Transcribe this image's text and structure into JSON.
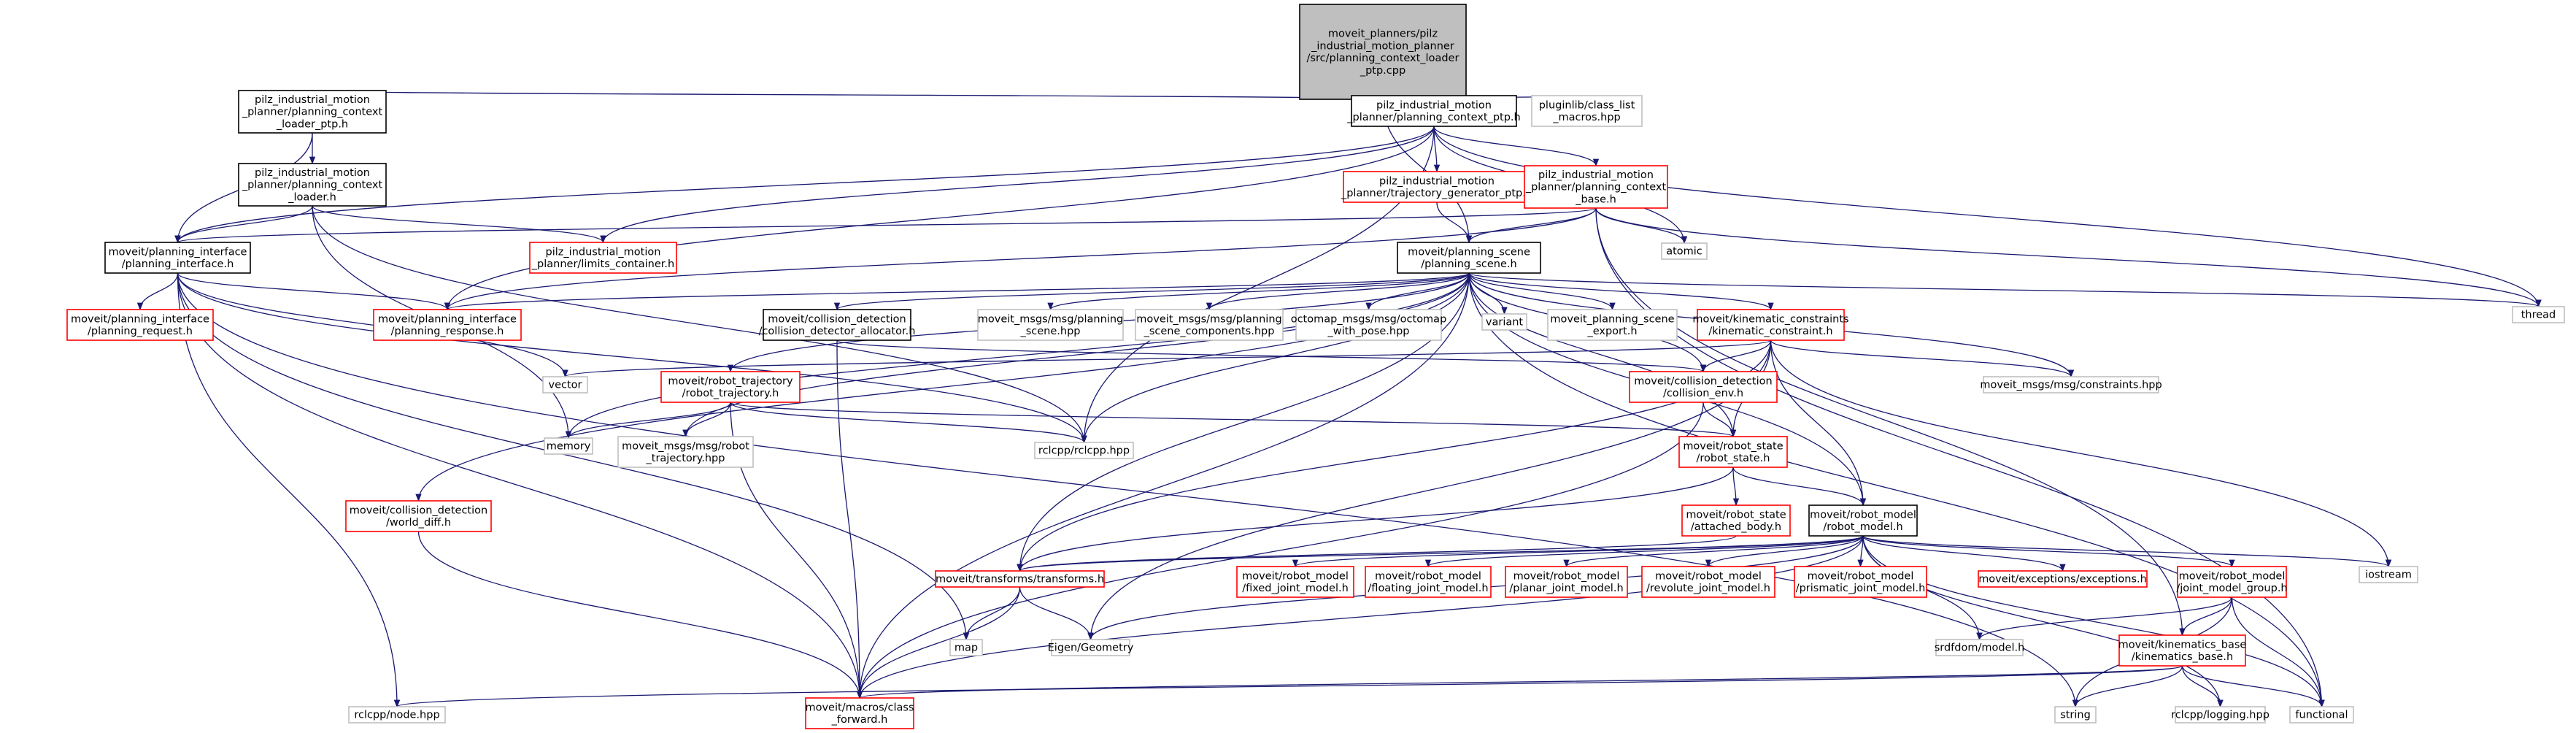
{
  "graph": {
    "nodes": [
      {
        "id": "root",
        "lines": [
          "moveit_planners/pilz",
          "_industrial_motion_planner",
          "/src/planning_context_loader",
          "_ptp.cpp"
        ],
        "style": "root"
      },
      {
        "id": "ctx_loader_ptp_h",
        "lines": [
          "pilz_industrial_motion",
          "_planner/planning_context",
          "_loader_ptp.h"
        ],
        "style": "documented"
      },
      {
        "id": "ctx_ptp_h",
        "lines": [
          "pilz_industrial_motion",
          "_planner/planning_context_ptp.h"
        ],
        "style": "documented"
      },
      {
        "id": "class_list_macros",
        "lines": [
          "pluginlib/class_list",
          "_macros.hpp"
        ],
        "style": "external"
      },
      {
        "id": "ctx_loader_h",
        "lines": [
          "pilz_industrial_motion",
          "_planner/planning_context",
          "_loader.h"
        ],
        "style": "documented"
      },
      {
        "id": "traj_gen_ptp",
        "lines": [
          "pilz_industrial_motion",
          "_planner/trajectory_generator_ptp.h"
        ],
        "style": "incomplete"
      },
      {
        "id": "ctx_base_h",
        "lines": [
          "pilz_industrial_motion",
          "_planner/planning_context",
          "_base.h"
        ],
        "style": "incomplete"
      },
      {
        "id": "atomic",
        "lines": [
          "atomic"
        ],
        "style": "external"
      },
      {
        "id": "thread",
        "lines": [
          "thread"
        ],
        "style": "external"
      },
      {
        "id": "planning_interface",
        "lines": [
          "moveit/planning_interface",
          "/planning_interface.h"
        ],
        "style": "documented"
      },
      {
        "id": "limits_container",
        "lines": [
          "pilz_industrial_motion",
          "_planner/limits_container.h"
        ],
        "style": "incomplete"
      },
      {
        "id": "planning_scene",
        "lines": [
          "moveit/planning_scene",
          "/planning_scene.h"
        ],
        "style": "documented"
      },
      {
        "id": "planning_request",
        "lines": [
          "moveit/planning_interface",
          "/planning_request.h"
        ],
        "style": "incomplete"
      },
      {
        "id": "planning_response",
        "lines": [
          "moveit/planning_interface",
          "/planning_response.h"
        ],
        "style": "incomplete"
      },
      {
        "id": "collision_detector_allocator",
        "lines": [
          "moveit/collision_detection",
          "/collision_detector_allocator.h"
        ],
        "style": "documented"
      },
      {
        "id": "msg_planning_scene",
        "lines": [
          "moveit_msgs/msg/planning",
          "_scene.hpp"
        ],
        "style": "external"
      },
      {
        "id": "msg_planning_scene_components",
        "lines": [
          "moveit_msgs/msg/planning",
          "_scene_components.hpp"
        ],
        "style": "external"
      },
      {
        "id": "octomap_with_pose",
        "lines": [
          "octomap_msgs/msg/octomap",
          "_with_pose.hpp"
        ],
        "style": "external"
      },
      {
        "id": "variant",
        "lines": [
          "variant"
        ],
        "style": "external"
      },
      {
        "id": "planning_scene_export",
        "lines": [
          "moveit_planning_scene",
          "_export.h"
        ],
        "style": "external"
      },
      {
        "id": "kinematic_constraint",
        "lines": [
          "moveit/kinematic_constraints",
          "/kinematic_constraint.h"
        ],
        "style": "incomplete"
      },
      {
        "id": "vector",
        "lines": [
          "vector"
        ],
        "style": "external"
      },
      {
        "id": "robot_trajectory",
        "lines": [
          "moveit/robot_trajectory",
          "/robot_trajectory.h"
        ],
        "style": "incomplete"
      },
      {
        "id": "collision_env",
        "lines": [
          "moveit/collision_detection",
          "/collision_env.h"
        ],
        "style": "incomplete"
      },
      {
        "id": "msg_constraints",
        "lines": [
          "moveit_msgs/msg/constraints.hpp"
        ],
        "style": "external"
      },
      {
        "id": "memory",
        "lines": [
          "memory"
        ],
        "style": "external"
      },
      {
        "id": "msg_robot_trajectory",
        "lines": [
          "moveit_msgs/msg/robot",
          "_trajectory.hpp"
        ],
        "style": "external"
      },
      {
        "id": "rclcpp_hpp",
        "lines": [
          "rclcpp/rclcpp.hpp"
        ],
        "style": "external"
      },
      {
        "id": "robot_state",
        "lines": [
          "moveit/robot_state",
          "/robot_state.h"
        ],
        "style": "incomplete"
      },
      {
        "id": "world_diff",
        "lines": [
          "moveit/collision_detection",
          "/world_diff.h"
        ],
        "style": "incomplete"
      },
      {
        "id": "attached_body",
        "lines": [
          "moveit/robot_state",
          "/attached_body.h"
        ],
        "style": "incomplete"
      },
      {
        "id": "robot_model",
        "lines": [
          "moveit/robot_model",
          "/robot_model.h"
        ],
        "style": "documented"
      },
      {
        "id": "iostream",
        "lines": [
          "iostream"
        ],
        "style": "external"
      },
      {
        "id": "transforms",
        "lines": [
          "moveit/transforms/transforms.h"
        ],
        "style": "incomplete"
      },
      {
        "id": "fixed_joint",
        "lines": [
          "moveit/robot_model",
          "/fixed_joint_model.h"
        ],
        "style": "incomplete"
      },
      {
        "id": "floating_joint",
        "lines": [
          "moveit/robot_model",
          "/floating_joint_model.h"
        ],
        "style": "incomplete"
      },
      {
        "id": "planar_joint",
        "lines": [
          "moveit/robot_model",
          "/planar_joint_model.h"
        ],
        "style": "incomplete"
      },
      {
        "id": "revolute_joint",
        "lines": [
          "moveit/robot_model",
          "/revolute_joint_model.h"
        ],
        "style": "incomplete"
      },
      {
        "id": "prismatic_joint",
        "lines": [
          "moveit/robot_model",
          "/prismatic_joint_model.h"
        ],
        "style": "incomplete"
      },
      {
        "id": "exceptions",
        "lines": [
          "moveit/exceptions/exceptions.h"
        ],
        "style": "incomplete"
      },
      {
        "id": "joint_model_group",
        "lines": [
          "moveit/robot_model",
          "/joint_model_group.h"
        ],
        "style": "incomplete"
      },
      {
        "id": "map",
        "lines": [
          "map"
        ],
        "style": "external"
      },
      {
        "id": "eigen_geometry",
        "lines": [
          "Eigen/Geometry"
        ],
        "style": "external"
      },
      {
        "id": "srdfdom_model",
        "lines": [
          "srdfdom/model.h"
        ],
        "style": "external"
      },
      {
        "id": "kinematics_base",
        "lines": [
          "moveit/kinematics_base",
          "/kinematics_base.h"
        ],
        "style": "incomplete"
      },
      {
        "id": "rclcpp_mode",
        "lines": [
          "rclcpp/node.hpp"
        ],
        "style": "external"
      },
      {
        "id": "class_forward",
        "lines": [
          "moveit/macros/class",
          "_forward.h"
        ],
        "style": "incomplete"
      },
      {
        "id": "string",
        "lines": [
          "string"
        ],
        "style": "external"
      },
      {
        "id": "rclcpp_logging",
        "lines": [
          "rclcpp/logging.hpp"
        ],
        "style": "external"
      },
      {
        "id": "functional",
        "lines": [
          "functional"
        ],
        "style": "external"
      }
    ]
  },
  "colors": {
    "edge": "#191970",
    "root_fill": "#bfbfbf",
    "documented_border": "#000000",
    "incomplete_border": "#ff0000",
    "external_border": "#bfbfbf"
  }
}
